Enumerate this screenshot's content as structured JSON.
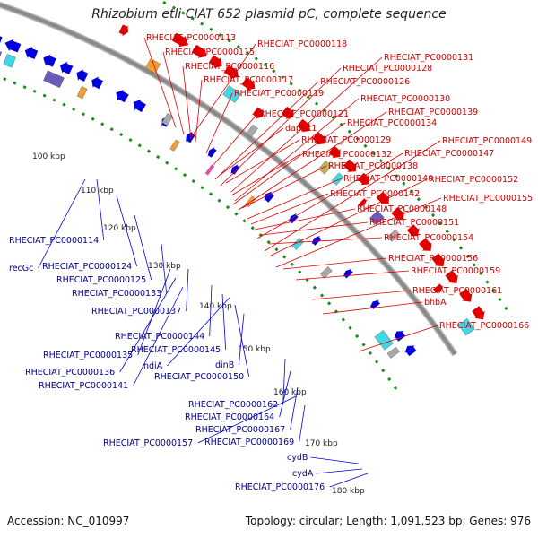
{
  "title": "Rhizobium etli CIAT 652 plasmid pC, complete sequence",
  "footer": {
    "accession": "Accession: NC_010997",
    "topology": "Topology: circular; Length: 1,091,523 bp; Genes: 976"
  },
  "colors": {
    "forward_strand": "#e00000",
    "reverse_strand": "#0000dd",
    "backbone": "#8a8a8a",
    "gc_skew_dots": "#1a8a1a",
    "purple_feature": "#6c5ab8",
    "cyan_feature": "#40d8e6",
    "orange_feature": "#f0a030",
    "pink_feature": "#ff40c0",
    "gray_feature": "#a8a8a8",
    "olive_feature": "#c0b060"
  },
  "ticks": [
    "100 kbp",
    "110 kbp",
    "120 kbp",
    "130 kbp",
    "140 kbp",
    "150 kbp",
    "160 kbp",
    "170 kbp",
    "180 kbp"
  ],
  "red_labels": [
    "RHECIAT_PC0000113",
    "RHECIAT_PC0000118",
    "RHECIAT_PC0000115",
    "RHECIAT_PC0000131",
    "RHECIAT_PC0000116",
    "RHECIAT_PC0000128",
    "RHECIAT_PC0000117",
    "RHECIAT_PC0000126",
    "RHECIAT_PC0000119",
    "RHECIAT_PC0000130",
    "RHECIAT_PC0000121",
    "RHECIAT_PC0000139",
    "dapAc1",
    "RHECIAT_PC0000134",
    "RHECIAT_PC0000129",
    "RHECIAT_PC0000149",
    "RHECIAT_PC0000132",
    "RHECIAT_PC0000147",
    "RHECIAT_PC0000138",
    "RHECIAT_PC0000140",
    "RHECIAT_PC0000152",
    "RHECIAT_PC0000142",
    "RHECIAT_PC0000155",
    "RHECIAT_PC0000148",
    "RHECIAT_PC0000151",
    "RHECIAT_PC0000154",
    "RHECIAT_PC0000156",
    "RHECIAT_PC0000159",
    "RHECIAT_PC0000161",
    "bhbA",
    "RHECIAT_PC0000166"
  ],
  "blue_labels": [
    "RHECIAT_PC0000114",
    "recGc",
    "RHECIAT_PC0000124",
    "RHECIAT_PC0000125",
    "RHECIAT_PC0000133",
    "RHECIAT_PC0000137",
    "RHECIAT_PC0000144",
    "RHECIAT_PC0000145",
    "RHECIAT_PC0000135",
    "ndiA",
    "RHECIAT_PC0000136",
    "dinB",
    "RHECIAT_PC0000150",
    "RHECIAT_PC0000141",
    "RHECIAT_PC0000162",
    "RHECIAT_PC0000164",
    "RHECIAT_PC0000167",
    "RHECIAT_PC0000157",
    "RHECIAT_PC0000169",
    "cydB",
    "cydA",
    "RHECIAT_PC0000176"
  ]
}
